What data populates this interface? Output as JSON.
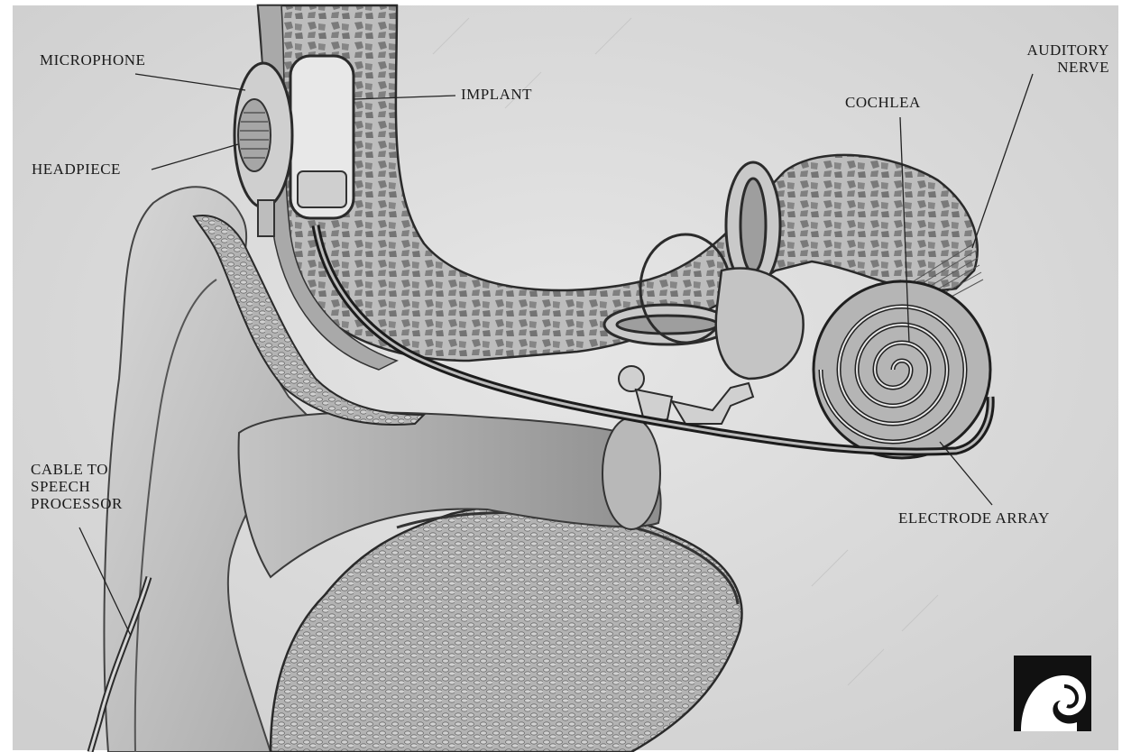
{
  "labels": {
    "microphone": "MICROPHONE",
    "headpiece": "HEADPIECE",
    "implant": "IMPLANT",
    "cochlea": "COCHLEA",
    "auditory_nerve": [
      "AUDITORY",
      "NERVE"
    ],
    "cable": [
      "CABLE TO",
      "SPEECH",
      "PROCESSOR"
    ],
    "electrode_array": "ELECTRODE ARRAY"
  },
  "colors": {
    "paper": "#dcdcdc",
    "ink": "#1a1a1a",
    "tissue_dark": "#6b6b6b",
    "tissue_mid": "#9a9a9a",
    "tissue_light": "#c8c8c8"
  },
  "logo": {
    "icon": "wave-logo-icon"
  }
}
